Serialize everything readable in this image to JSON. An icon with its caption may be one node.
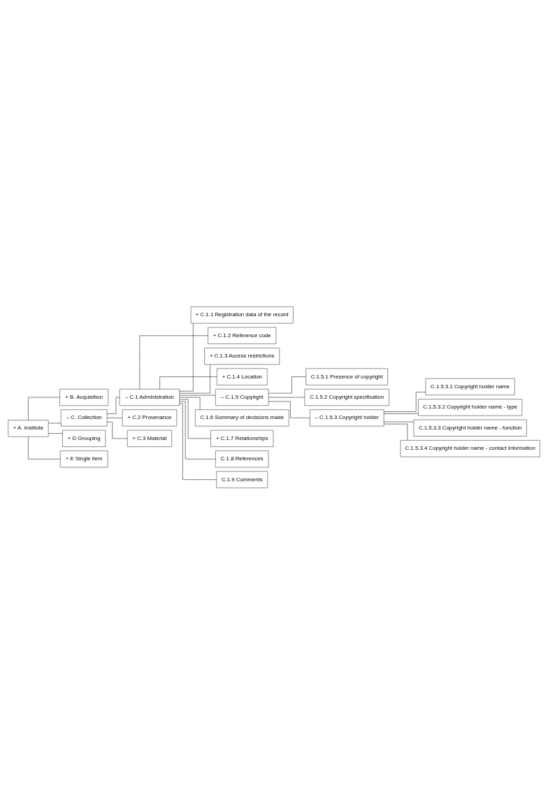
{
  "diagram": {
    "nodes": [
      {
        "text": [
          "+ A. Institute"
        ]
      },
      {
        "text": [
          "+ B. Acquisition"
        ]
      },
      {
        "text": [
          "– C. Collection"
        ]
      },
      {
        "text": [
          "– C.1 Administration"
        ]
      },
      {
        "text": [
          "+ C.1.1 Registration data of the record"
        ]
      },
      {
        "text": [
          "+ C.1.2 Reference code"
        ]
      },
      {
        "text": [
          "+ C.1.3 Access restrictions"
        ]
      },
      {
        "text": [
          "+ C.1.4 Location"
        ]
      },
      {
        "text": [
          "– C.1.5 Copyright"
        ]
      },
      {
        "text": [
          "C.1.5.1 Presence of copyright"
        ]
      },
      {
        "text": [
          "C.1.5.2 Copyright specification"
        ]
      },
      {
        "text": [
          "– C.1.5.3 Copyright holder"
        ]
      },
      {
        "text": [
          "C.1.5.3.1 Copyright holder name"
        ]
      },
      {
        "text": [
          "C.1.5.3.2 Copyright holder name - type"
        ]
      },
      {
        "text": [
          "C.1.5.3.3 Copyright holder name - function"
        ]
      },
      {
        "text": [
          "C.1.5.3.4 Copyright holder name - contact information"
        ]
      },
      {
        "text": [
          "C.1.6 Summary of decisions made"
        ]
      },
      {
        "text": [
          "+ C.1.7 Relationships"
        ]
      },
      {
        "text": [
          "C.1.8 References"
        ]
      },
      {
        "text": [
          "C.1.9 Comments"
        ]
      },
      {
        "text": [
          "+ C.2 Provenance"
        ]
      },
      {
        "text": [
          "+ C.3 Material"
        ]
      },
      {
        "text": [
          "+ D Grouping"
        ]
      },
      {
        "text": [
          "+ E Single item"
        ]
      }
    ],
    "edges": [
      {
        "from": 0,
        "to": 1,
        "arrow": "none"
      },
      {
        "from": 0,
        "to": 2,
        "arrow": "none"
      },
      {
        "from": 2,
        "to": 3,
        "arrow": "none"
      },
      {
        "from": 3,
        "to": 4,
        "arrow": "none"
      },
      {
        "from": 3,
        "to": 5,
        "arrow": "none"
      },
      {
        "from": 3,
        "to": 6,
        "arrow": "none"
      },
      {
        "from": 3,
        "to": 7,
        "arrow": "none"
      },
      {
        "from": 3,
        "to": 8,
        "arrow": "none"
      },
      {
        "from": 8,
        "to": 9,
        "arrow": "none"
      },
      {
        "from": 8,
        "to": 10,
        "arrow": "none"
      },
      {
        "from": 8,
        "to": 11,
        "arrow": "none"
      },
      {
        "from": 11,
        "to": 12,
        "arrow": "none"
      },
      {
        "from": 11,
        "to": 13,
        "arrow": "none"
      },
      {
        "from": 11,
        "to": 14,
        "arrow": "none"
      },
      {
        "from": 11,
        "to": 15,
        "arrow": "none"
      },
      {
        "from": 3,
        "to": 16,
        "arrow": "none"
      },
      {
        "from": 3,
        "to": 17,
        "arrow": "none"
      },
      {
        "from": 3,
        "to": 18,
        "arrow": "none"
      },
      {
        "from": 3,
        "to": 19,
        "arrow": "none"
      },
      {
        "from": 2,
        "to": 20,
        "arrow": "none"
      },
      {
        "from": 2,
        "to": 21,
        "arrow": "none"
      },
      {
        "from": 0,
        "to": 22,
        "arrow": "none"
      },
      {
        "from": 0,
        "to": 23,
        "arrow": "none"
      }
    ]
  }
}
